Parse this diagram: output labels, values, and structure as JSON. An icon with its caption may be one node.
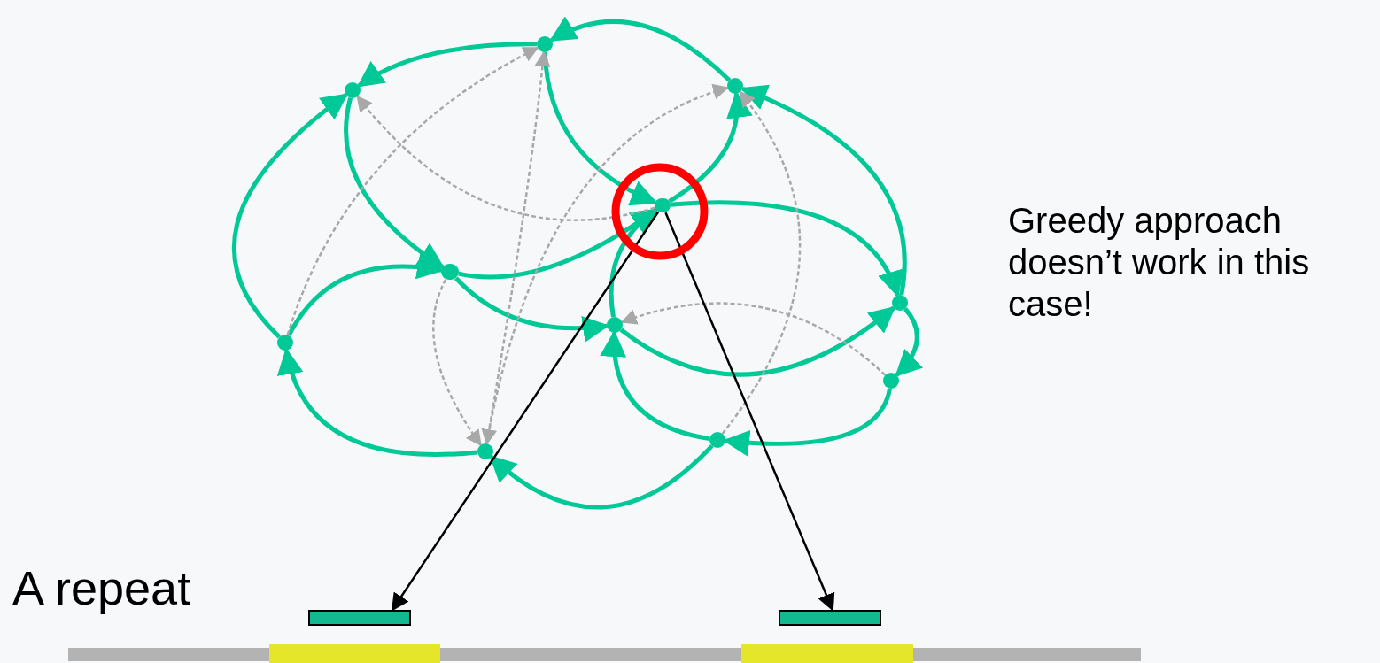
{
  "diagram": {
    "nodes": [
      {
        "text": [],
        "shape": "circle"
      },
      {
        "text": [],
        "shape": "circle"
      },
      {
        "text": [],
        "shape": "circle"
      },
      {
        "text": [],
        "shape": "circle"
      },
      {
        "text": [],
        "shape": "circle"
      },
      {
        "text": [],
        "shape": "circle"
      },
      {
        "text": [],
        "shape": "circle"
      },
      {
        "text": [],
        "shape": "circle"
      },
      {
        "text": [],
        "shape": "circle"
      },
      {
        "text": [],
        "shape": "circle"
      },
      {
        "text": [],
        "shape": "circle"
      },
      {
        "text": [],
        "shape": "bar"
      },
      {
        "text": [],
        "shape": "bar"
      }
    ],
    "edges": [
      {
        "from": 2,
        "to": 0,
        "arrow": "to"
      },
      {
        "from": 0,
        "to": 1,
        "arrow": "to"
      },
      {
        "from": 6,
        "to": 1,
        "arrow": "to"
      },
      {
        "from": 1,
        "to": 4,
        "arrow": "to"
      },
      {
        "from": 0,
        "to": 3,
        "arrow": "to"
      },
      {
        "from": 3,
        "to": 2,
        "arrow": "to"
      },
      {
        "from": 5,
        "to": 2,
        "arrow": "to"
      },
      {
        "from": 3,
        "to": 5,
        "arrow": "to"
      },
      {
        "from": 4,
        "to": 3,
        "arrow": "to"
      },
      {
        "from": 6,
        "to": 4,
        "arrow": "to"
      },
      {
        "from": 4,
        "to": 7,
        "arrow": "to"
      },
      {
        "from": 7,
        "to": 3,
        "arrow": "to"
      },
      {
        "from": 7,
        "to": 5,
        "arrow": "to"
      },
      {
        "from": 5,
        "to": 8,
        "arrow": "to"
      },
      {
        "from": 8,
        "to": 9,
        "arrow": "to"
      },
      {
        "from": 9,
        "to": 7,
        "arrow": "to"
      },
      {
        "from": 9,
        "to": 10,
        "arrow": "to"
      },
      {
        "from": 10,
        "to": 6,
        "arrow": "to"
      },
      {
        "from": 6,
        "to": 0,
        "arrow": "to",
        "style": "dashed",
        "color": "#a8a8a8"
      },
      {
        "from": 3,
        "to": 1,
        "arrow": "to",
        "style": "dashed",
        "color": "#a8a8a8"
      },
      {
        "from": 10,
        "to": 2,
        "arrow": "to",
        "style": "dashed",
        "color": "#a8a8a8"
      },
      {
        "from": 8,
        "to": 7,
        "arrow": "to",
        "style": "dashed",
        "color": "#a8a8a8"
      },
      {
        "from": 9,
        "to": 2,
        "arrow": "to",
        "style": "dashed",
        "color": "#a8a8a8"
      },
      {
        "from": 4,
        "to": 10,
        "arrow": "to",
        "style": "dashed",
        "color": "#a8a8a8"
      },
      {
        "from": 0,
        "to": 10,
        "arrow": "both",
        "style": "dashed",
        "color": "#a8a8a8"
      },
      {
        "from": 3,
        "to": 11,
        "arrow": "to",
        "color": "#000000"
      },
      {
        "from": 3,
        "to": 12,
        "arrow": "to",
        "color": "#000000"
      }
    ],
    "labels": [
      "Greedy approach doesn’t work in this case!",
      "A repeat"
    ]
  }
}
